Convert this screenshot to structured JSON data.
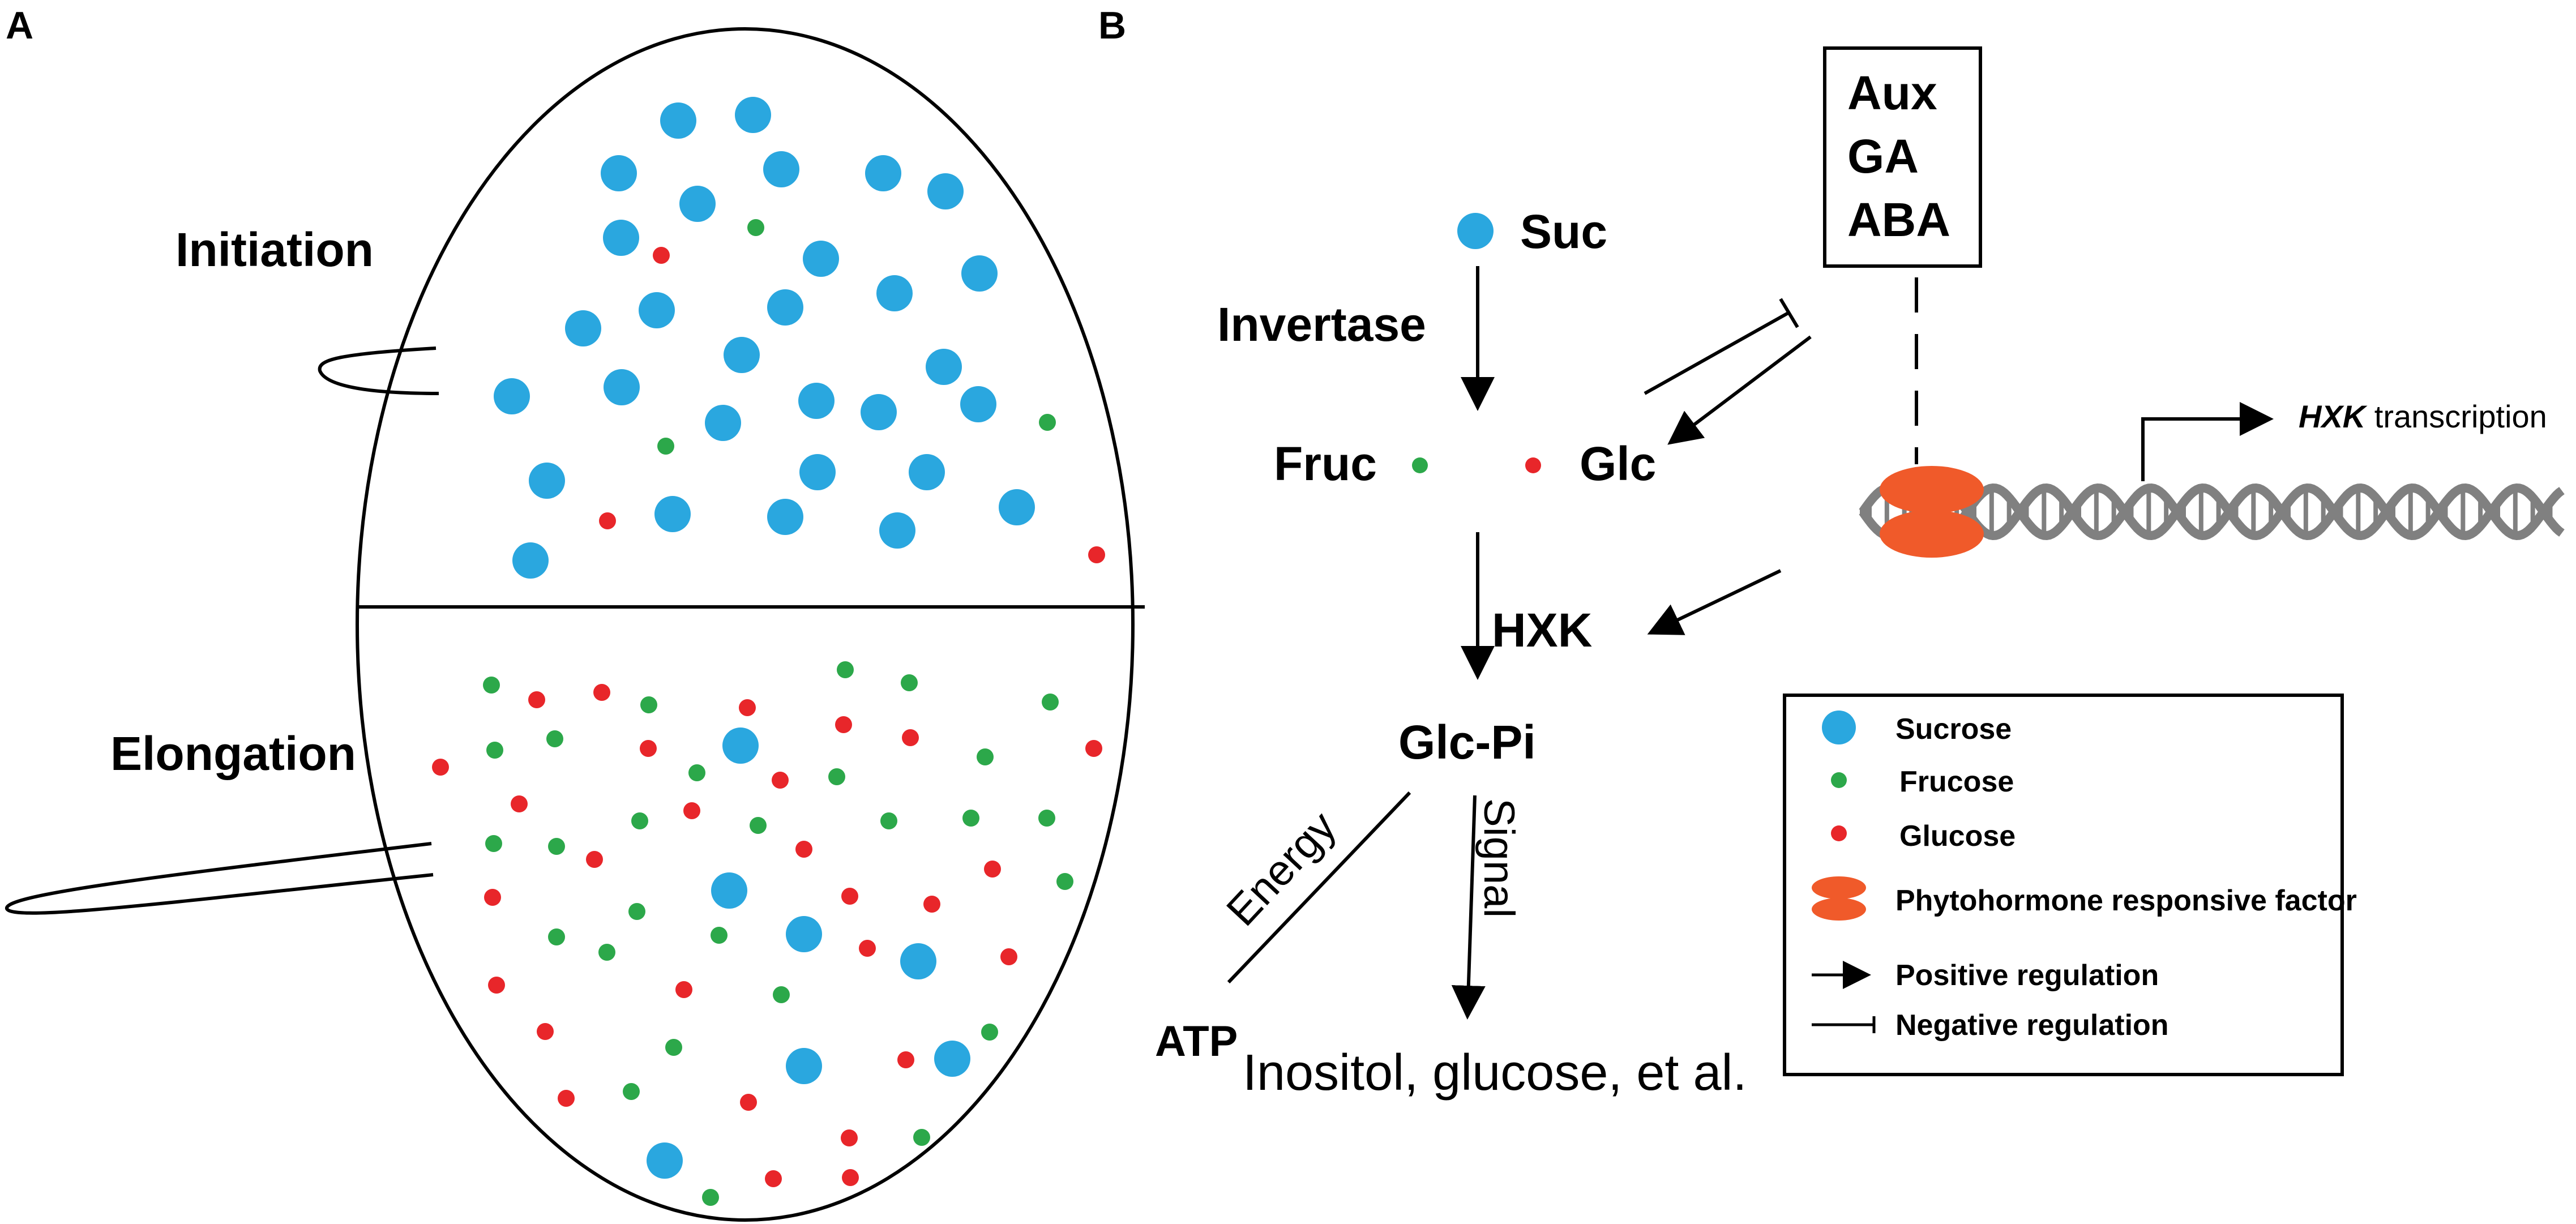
{
  "panel_a": {
    "label": "A",
    "stage_top": "Initiation",
    "stage_bottom": "Elongation"
  },
  "panel_b": {
    "label": "B",
    "suc": "Suc",
    "invertase": "Invertase",
    "fruc": "Fruc",
    "glc": "Glc",
    "hxk": "HXK",
    "glc_pi": "Glc-Pi",
    "energy": "Energy",
    "signal": "Signal",
    "atp": "ATP",
    "products": "Inositol, glucose, et al.",
    "hormones": [
      "Aux",
      "GA",
      "ABA"
    ],
    "hxk_transcription_gene": "HXK",
    "hxk_transcription_suffix": " transcription"
  },
  "legend": {
    "sucrose": "Sucrose",
    "frucose": "Frucose",
    "glucose": "Glucose",
    "phytohormone": "Phytohormone responsive factor",
    "positive": "Positive regulation",
    "negative": "Negative regulation"
  },
  "colors": {
    "sucrose": "#2aa7df",
    "frucose": "#2ca84a",
    "glucose": "#e8262a",
    "factor": "#f05a2a",
    "dna": "#808080"
  }
}
